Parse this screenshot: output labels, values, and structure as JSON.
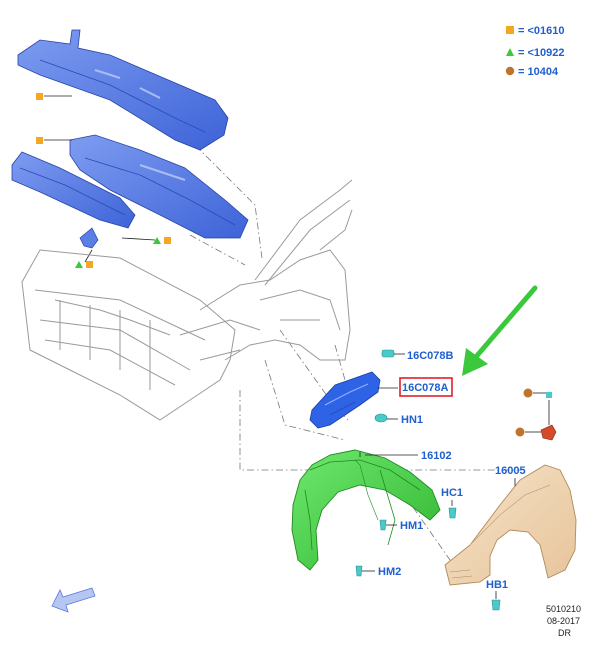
{
  "legend": [
    {
      "symbol": "square",
      "color": "#f5a623",
      "text": "= <01610"
    },
    {
      "symbol": "triangle",
      "color": "#3cc83c",
      "text": "= <10922"
    },
    {
      "symbol": "circle",
      "color": "#c0732a",
      "text": "= 10404"
    }
  ],
  "labels": {
    "p16c078b": "16C078B",
    "p16c078a": "16C078A",
    "hn1": "HN1",
    "p16102": "16102",
    "hc1": "HC1",
    "hm1": "HM1",
    "hm2": "HM2",
    "p16005": "16005",
    "hb1": "HB1"
  },
  "colors": {
    "highlight_box": "#e0202a",
    "callout_arrow": "#3cc83c",
    "cowl_parts": "#4d74e3",
    "wheel_liner": "#3fd13f",
    "fender": "#f0d6b4",
    "bracket": "#2f63e6",
    "label_text": "#1f5fcf"
  },
  "footer": {
    "ref": "5010210",
    "date": "08-2017",
    "code": "DR"
  }
}
